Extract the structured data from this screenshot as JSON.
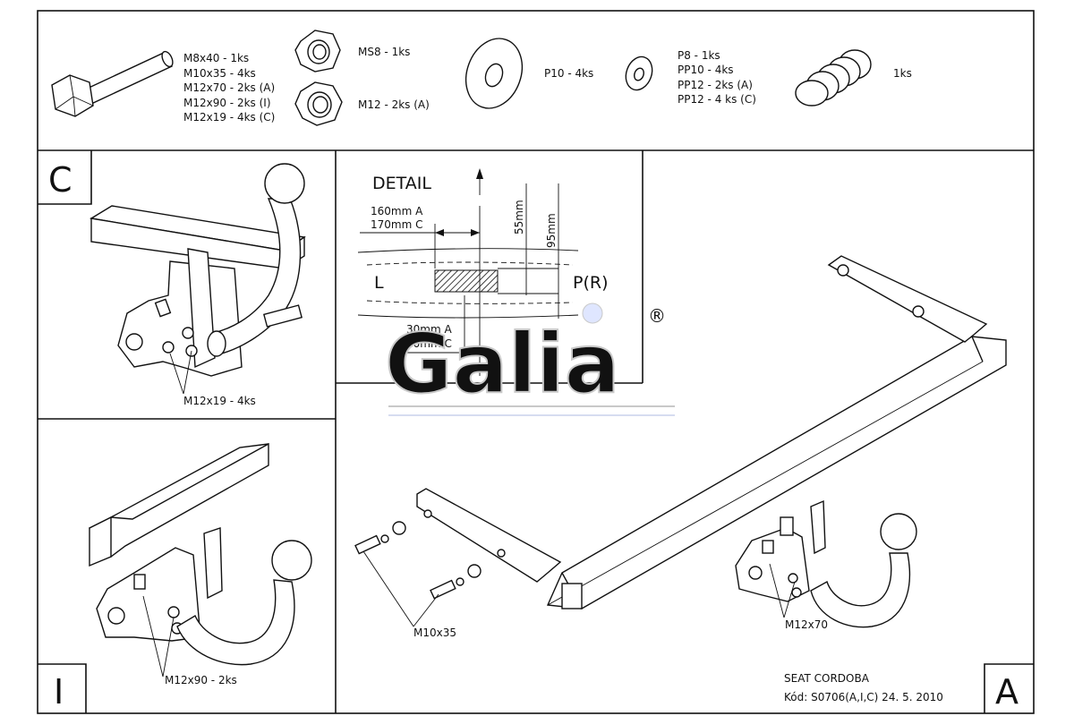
{
  "parts": {
    "bolts": [
      "M8x40 - 1ks",
      "M10x35 - 4ks",
      "M12x70 - 2ks (A)",
      "M12x90 - 2ks (I)",
      "M12x19 - 4ks (C)"
    ],
    "nut_ms8": "MS8 - 1ks",
    "nut_m12": "M12 - 2ks (A)",
    "washer_p10": "P10 - 4ks",
    "washers_small": [
      "P8 - 1ks",
      "PP10 - 4ks",
      "PP12 - 2ks (A)",
      "PP12 - 4 ks (C)"
    ],
    "spring": "1ks"
  },
  "panel_c": {
    "letter": "C",
    "label": "M12x19 - 4ks"
  },
  "detail": {
    "title": "DETAIL",
    "dim_a_top": "160mm A",
    "dim_c_top": "170mm C",
    "dim_55": "55mm",
    "dim_95": "95mm",
    "side_left": "L",
    "side_right": "P(R)",
    "dim_a_bottom": "30mm A",
    "dim_c_bottom": "40mm C"
  },
  "panel_i": {
    "letter": "I",
    "label": "M12x90 - 2ks"
  },
  "panel_a": {
    "letter": "A",
    "label_bolts": "M10x35",
    "label_ball": "M12x70",
    "car": "SEAT CORDOBA",
    "code": "Kód: S0706(A,I,C) 24. 5. 2010"
  },
  "logo": {
    "text": "Galia",
    "mark": "®"
  },
  "colors": {
    "line": "#111111",
    "logo": "#c9c9c9"
  }
}
